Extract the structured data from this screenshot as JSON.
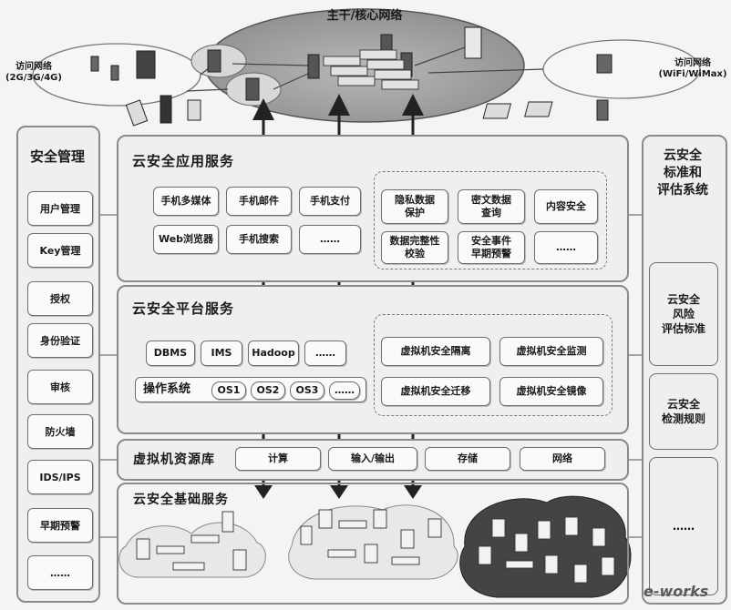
{
  "header": {
    "backbone": "主干/核心网络",
    "access_left": "访问网络\n(2G/3G/4G)",
    "access_right": "访问网络\n(WiFi/WiMax)"
  },
  "security_mgmt": {
    "title": "安全管理",
    "items": [
      "用户管理",
      "Key管理",
      "授权",
      "身份验证",
      "审核",
      "防火墙",
      "IDS/IPS",
      "早期预警",
      "……"
    ]
  },
  "app_services": {
    "title": "云安全应用服务",
    "mobile": [
      "手机多媒体",
      "手机邮件",
      "手机支付",
      "Web浏览器",
      "手机搜索",
      "……"
    ],
    "security": [
      "隐私数据\n保护",
      "密文数据\n查询",
      "内容安全",
      "数据完整性\n校验",
      "安全事件\n早期预警",
      "……"
    ]
  },
  "platform_services": {
    "title": "云安全平台服务",
    "software": [
      "DBMS",
      "IMS",
      "Hadoop",
      "……"
    ],
    "os_label": "操作系统",
    "os": [
      "OS1",
      "OS2",
      "OS3",
      "……"
    ],
    "vm": [
      "虚拟机安全隔离",
      "虚拟机安全监测",
      "虚拟机安全迁移",
      "虚拟机安全镜像"
    ]
  },
  "resource_pool": {
    "title": "虚拟机资源库",
    "items": [
      "计算",
      "输入/输出",
      "存储",
      "网络"
    ]
  },
  "infrastructure": {
    "title": "云安全基础服务"
  },
  "standards": {
    "title": "云安全\n标准和\n评估系统",
    "items": [
      "云安全\n风险\n评估标准",
      "云安全\n检测规则",
      "……"
    ]
  },
  "watermark": "e-works"
}
